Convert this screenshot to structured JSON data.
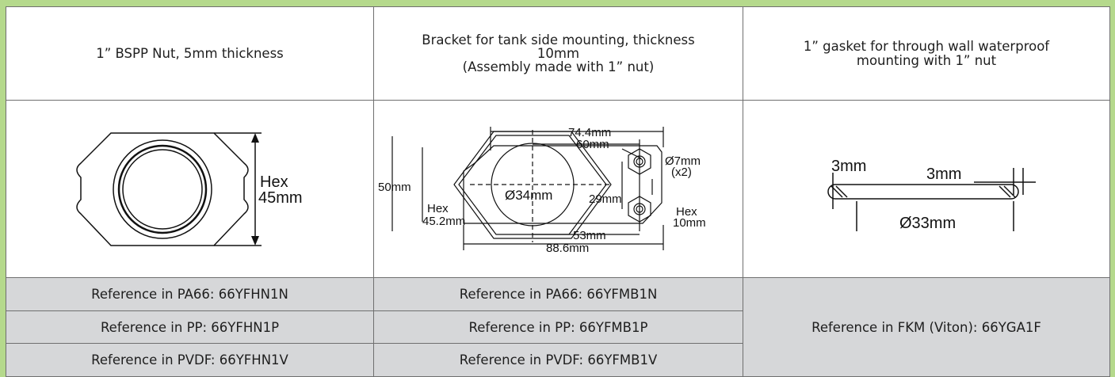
{
  "columns": [
    {
      "title": "1” BSPP Nut, 5mm thickness",
      "drawing": {
        "hex_label": "Hex",
        "hex_value": "45mm"
      },
      "references": [
        "Reference in PA66: 66YFHN1N",
        "Reference in PP: 66YFHN1P",
        "Reference in PVDF: 66YFHN1V"
      ]
    },
    {
      "title_lines": [
        "Bracket for tank side mounting, thickness",
        "10mm",
        "(Assembly made with 1” nut)"
      ],
      "drawing": {
        "dim_top": "74.4mm",
        "dim_inner": "60mm",
        "hole": "Ø7mm",
        "hole_count": "(x2)",
        "height": "50mm",
        "hex_label": "Hex",
        "hex_value": "45.2mm",
        "bore": "Ø34mm",
        "spacing": "29mm",
        "small_hex_label": "Hex",
        "small_hex_value": "10mm",
        "dim_bottom_inner": "53mm",
        "dim_bottom": "88.6mm"
      },
      "references": [
        "Reference in PA66: 66YFMB1N",
        "Reference in PP: 66YFMB1P",
        "Reference in PVDF: 66YFMB1V"
      ]
    },
    {
      "title_lines": [
        "1” gasket for through wall waterproof",
        "mounting with 1” nut"
      ],
      "drawing": {
        "thickness": "3mm",
        "width": "3mm",
        "diameter": "Ø33mm"
      },
      "reference": "Reference in FKM (Viton): 66YGA1F"
    }
  ]
}
